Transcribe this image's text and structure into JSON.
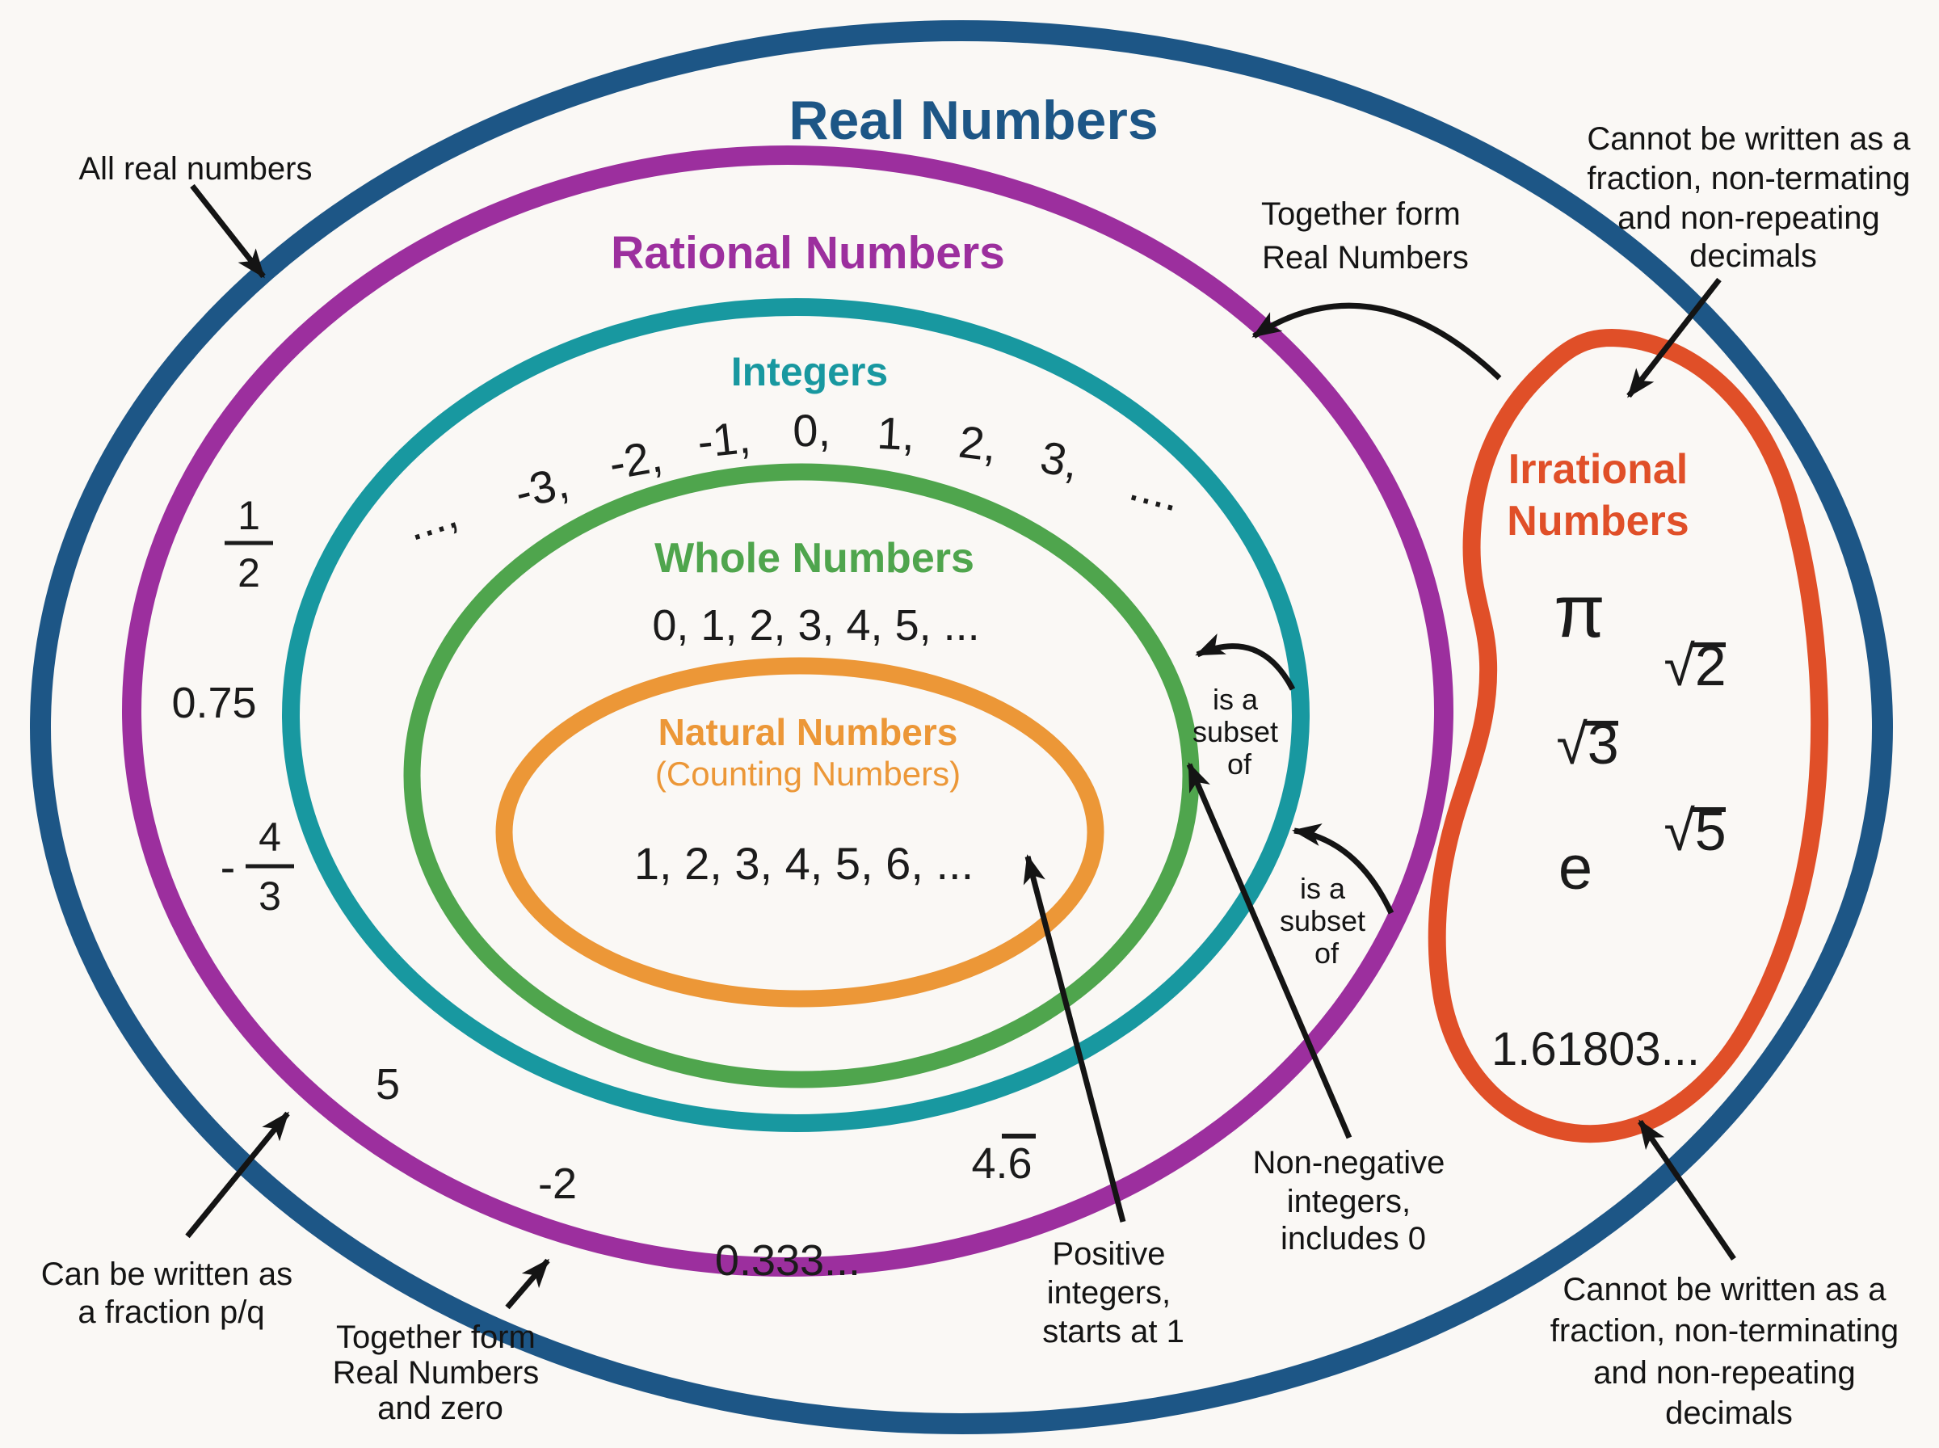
{
  "title": "Real number system diagram",
  "colors": {
    "background": "#faf8f5",
    "real_blue": "#1d5686",
    "rational_purple": "#9c2f9e",
    "integers_teal": "#1898a0",
    "whole_green": "#4fa54d",
    "natural_orange": "#ec9737",
    "irrational_red": "#e04f28",
    "ink_black": "#141414"
  },
  "sets": {
    "real": {
      "label": "Real Numbers",
      "color": "#1d5686"
    },
    "rational": {
      "label": "Rational Numbers",
      "color": "#9c2f9e"
    },
    "integers": {
      "label": "Integers",
      "color": "#1898a0",
      "items": [
        "...,",
        "-3,",
        "-2,",
        "-1,",
        "0,",
        "1,",
        "2,",
        "3,",
        "...."
      ]
    },
    "whole": {
      "label": "Whole Numbers",
      "color": "#4fa54d",
      "items_text": "0, 1, 2, 3, 4, 5, ..."
    },
    "natural": {
      "label": "Natural Numbers",
      "sublabel": "(Counting Numbers)",
      "color": "#ec9737",
      "items_text": "1, 2, 3, 4, 5, 6, ..."
    },
    "irrational": {
      "label_line1": "Irrational",
      "label_line2": "Numbers",
      "color": "#e04f28",
      "examples": {
        "pi": "π",
        "sqrt2": "√2",
        "sqrt3": "√3",
        "sqrt5": "√5",
        "e": "e",
        "golden": "1.61803..."
      }
    }
  },
  "rational_examples": {
    "one_half": {
      "num": "1",
      "den": "2"
    },
    "decimal_75": "0.75",
    "neg_four_thirds": {
      "sign": "-",
      "num": "4",
      "den": "3"
    },
    "five": "5",
    "neg_two": "-2",
    "third_decimal": "0.333...",
    "four_point_six_repeating": "4.6"
  },
  "annotations": {
    "all_real": {
      "lines": [
        "All real numbers"
      ]
    },
    "together_top": {
      "lines": [
        "Together form",
        "Real Numbers"
      ]
    },
    "cannot_top": {
      "lines": [
        "Cannot be written as a",
        "fraction, non-termating",
        "and non-repeating",
        "decimals"
      ]
    },
    "subset_upper": {
      "lines": [
        "is a",
        "subset",
        "of"
      ]
    },
    "subset_lower": {
      "lines": [
        "is a",
        "subset",
        "of"
      ]
    },
    "positive": {
      "lines": [
        "Positive",
        "integers,",
        "starts at 1"
      ]
    },
    "nonnegative": {
      "lines": [
        "Non-negative",
        "integers,",
        "includes 0"
      ]
    },
    "can_be_written": {
      "lines": [
        "Can be written as",
        "a fraction p/q"
      ]
    },
    "together_zero": {
      "lines": [
        "Together form",
        "Real Numbers",
        "and zero"
      ]
    },
    "cannot_bottom": {
      "lines": [
        "Cannot be written as a",
        "fraction, non-terminating",
        "and non-repeating",
        "decimals"
      ]
    }
  }
}
